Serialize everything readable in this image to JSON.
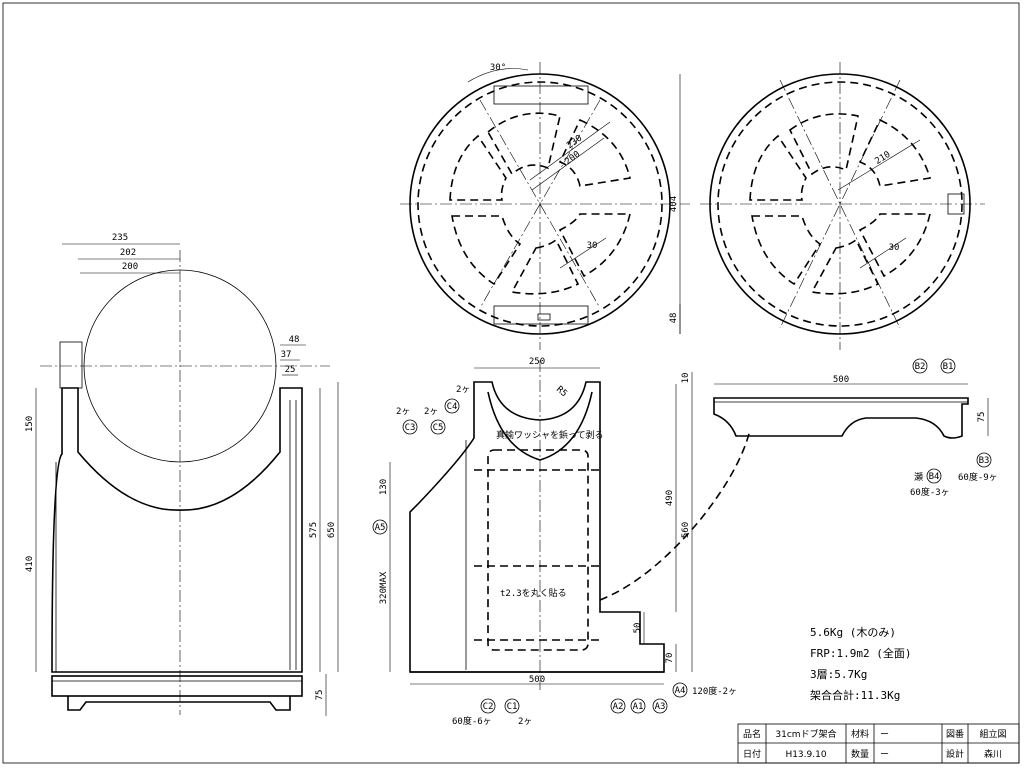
{
  "dimensions": {
    "side": [
      "235",
      "202",
      "200",
      "48",
      "37",
      "25",
      "150",
      "410",
      "575",
      "650",
      "75"
    ],
    "top": [
      "30°",
      "230",
      "200",
      "404",
      "48",
      "30"
    ],
    "top2": [
      "210",
      "30"
    ],
    "front": [
      "250",
      "10",
      "2ヶ",
      "2ヶ",
      "2ヶ",
      "130",
      "320MAX",
      "490",
      "560",
      "50",
      "70",
      "500",
      "R5"
    ],
    "foot": [
      "500",
      "75"
    ]
  },
  "notes": {
    "cut_text": "真鍮ワッシャを鋲って剥る",
    "glue_text": "t2.3を丸く貼る",
    "edge_note_b4": "瀬",
    "b3_note": "60度-9ヶ",
    "b4_note": "60度-3ヶ",
    "a4_note": "120度-2ヶ",
    "c_note": "60度-6ヶ",
    "c_note2": "2ヶ"
  },
  "balloons": {
    "a1": "A1",
    "a2": "A2",
    "a3": "A3",
    "a4": "A4",
    "a5": "A5",
    "b1": "B1",
    "b2": "B2",
    "b3": "B3",
    "b4": "B4",
    "c1": "C1",
    "c2": "C2",
    "c3": "C3",
    "c4": "C4",
    "c5": "C5"
  },
  "specs": {
    "line1": "5.6Kg (木のみ)",
    "line2": "FRP:1.9m2 (全面)",
    "line3": "3層:5.7Kg",
    "line4": "架合合計:11.3Kg"
  },
  "title_block": {
    "name_label": "品名",
    "name_value": "31cmドブ架合",
    "material_label": "材料",
    "material_value": "ー",
    "drawing_label": "図番",
    "drawing_value": "組立図",
    "date_label": "日付",
    "date_value": "H13.9.10",
    "qty_label": "数量",
    "qty_value": "ー",
    "design_label": "設計",
    "design_value": "森川"
  },
  "colors": {
    "line": "#000000",
    "paper": "#ffffff"
  }
}
